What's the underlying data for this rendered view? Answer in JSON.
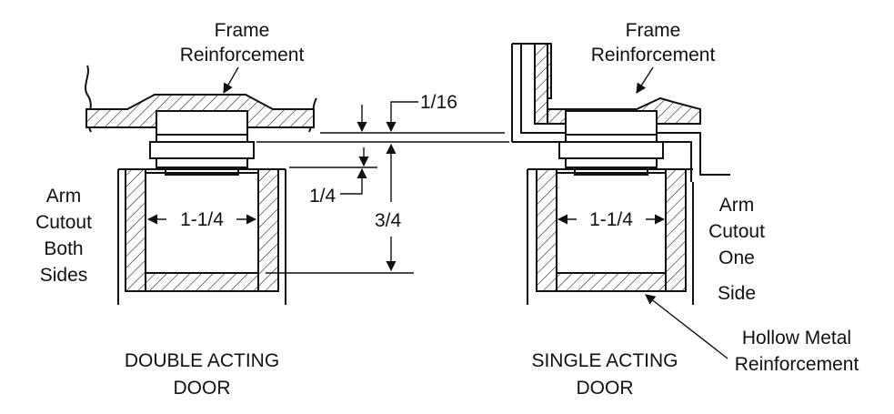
{
  "labels": {
    "frame_reinforcement_left_1": "Frame",
    "frame_reinforcement_left_2": "Reinforcement",
    "frame_reinforcement_right_1": "Frame",
    "frame_reinforcement_right_2": "Reinforcement",
    "dim_1_16": "1/16",
    "dim_1_4": "1/4",
    "dim_3_4": "3/4",
    "dim_width_left": "1-1/4",
    "dim_width_right": "1-1/4",
    "arm_cutout_both": [
      "Arm",
      "Cutout",
      "Both",
      "Sides"
    ],
    "arm_cutout_one": [
      "Arm",
      "Cutout",
      "One",
      "Side"
    ],
    "hollow_metal": [
      "Hollow Metal",
      "Reinforcement"
    ],
    "double_acting": [
      "DOUBLE ACTING",
      "DOOR"
    ],
    "single_acting": [
      "SINGLE ACTING",
      "DOOR"
    ]
  }
}
